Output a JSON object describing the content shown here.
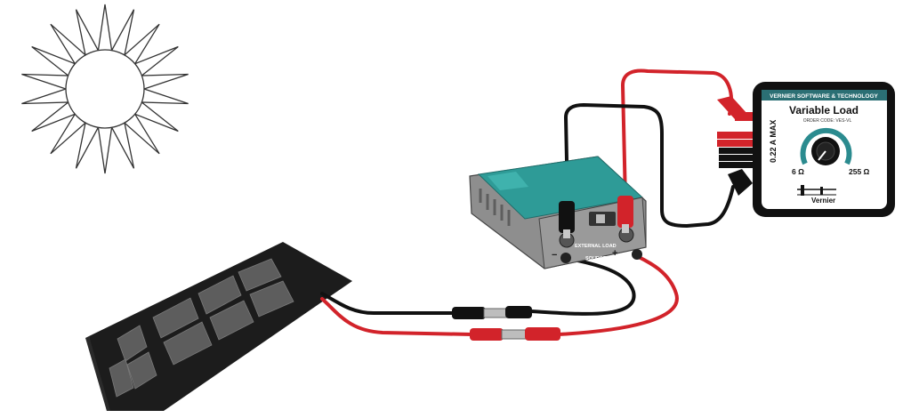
{
  "variable_load": {
    "brand_banner": "VERNIER SOFTWARE & TECHNOLOGY",
    "title": "Variable Load",
    "order_code": "ORDER CODE: VES-VL",
    "max_current": "0.22 A MAX",
    "min_resistance": "6 Ω",
    "max_resistance": "255 Ω",
    "logo_text": "Vernier"
  },
  "interface_box": {
    "external_load_label": "EXTERNAL LOAD",
    "source_label": "SOURCE",
    "minus_label": "−",
    "plus_label": "+"
  },
  "colors": {
    "red_lead": "#d2232a",
    "black_lead": "#1a1a1a",
    "panel_frame": "#1c1c1c",
    "panel_cell": "#5a5a5a",
    "device_body": "#8c8c8c",
    "device_top": "#2e9b97",
    "banner": "#2b6f74"
  }
}
